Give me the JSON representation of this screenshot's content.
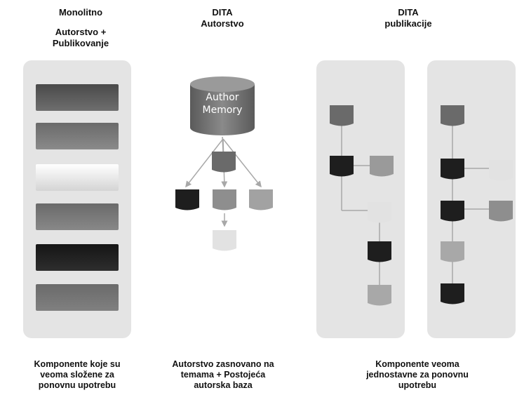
{
  "columns": {
    "monolithic": {
      "title": "Monolitno",
      "subtitle": "Autorstvo + Publikovanje",
      "caption": [
        "Komponente koje su",
        "veoma složene za",
        "ponovnu upotrebu"
      ]
    },
    "dita_authoring": {
      "title": "DITA",
      "subtitle": "Autorstvo",
      "memory_label": [
        "Author",
        "Memory"
      ],
      "caption": [
        "Autorstvo zasnovano na",
        "temama + Postojeća",
        "autorska baza"
      ]
    },
    "dita_publishing": {
      "title": "DITA",
      "subtitle": "publikacije",
      "caption": [
        "Komponente veoma",
        "jednostavne za ponovnu",
        "upotrebu"
      ]
    }
  },
  "colors": {
    "panel": "#e4e4e4",
    "dark": "#1e1e1e",
    "mid_dark": "#555555",
    "mid": "#7b7b7b",
    "light": "#9c9c9c",
    "very_light": "#d8d8d8",
    "connector": "#a8a8a8"
  }
}
